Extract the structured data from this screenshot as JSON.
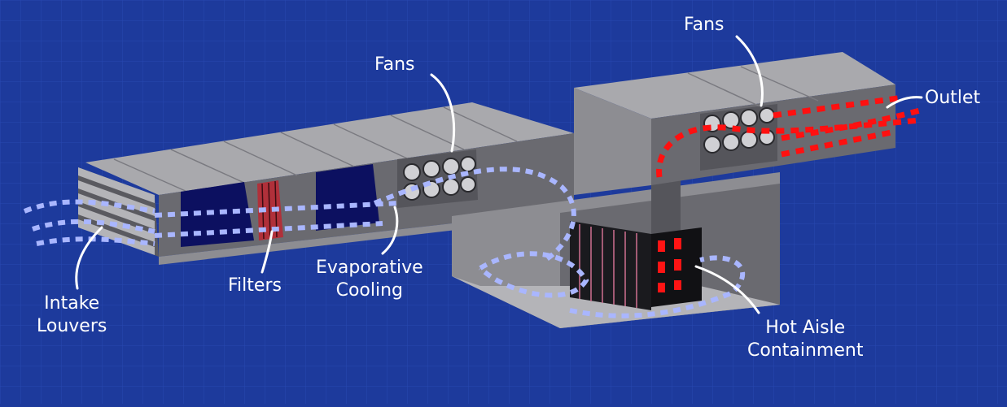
{
  "colors": {
    "background": "#1d3a9c",
    "grid": "#2f52bd",
    "duct_top": "#a9a9ad",
    "duct_face": "#8d8d92",
    "duct_inner": "#6a6a70",
    "duct_dark": "#454549",
    "cool_air": "#a9b6ff",
    "hot_air": "#ff1010",
    "filter_panel": "#0c1060",
    "filter_red": "#b0303a",
    "label_text": "#ffffff"
  },
  "labels": {
    "intake_louvers": [
      "Intake",
      "Louvers"
    ],
    "filters": "Filters",
    "evaporative_cooling": [
      "Evaporative",
      "Cooling"
    ],
    "fans_left": "Fans",
    "fans_right": "Fans",
    "outlet": "Outlet",
    "hot_aisle_containment": [
      "Hot Aisle",
      "Containment"
    ]
  },
  "icons": {
    "fan": "fan-icon",
    "server_rack": "server-rack-icon"
  }
}
